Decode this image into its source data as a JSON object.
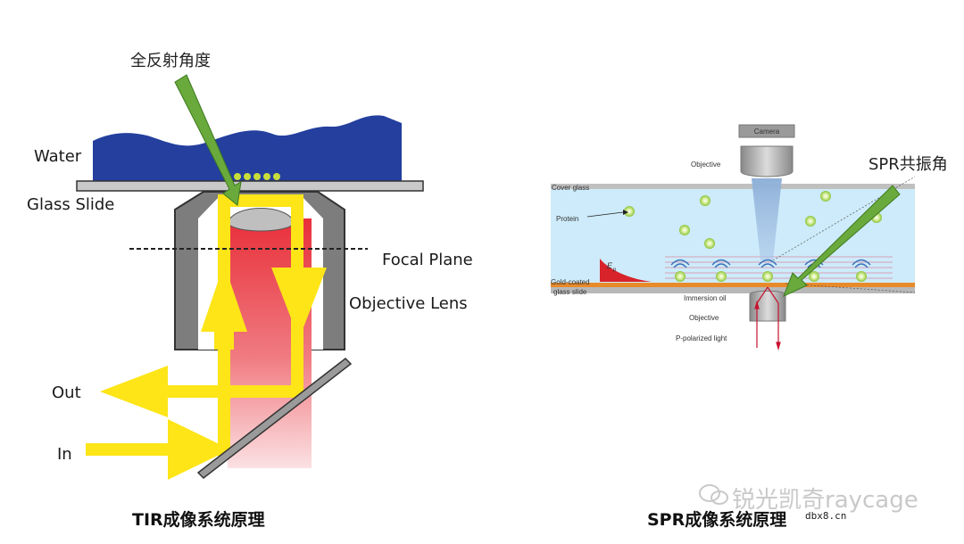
{
  "left_diagram": {
    "callout": "全反射角度",
    "labels": {
      "water": "Water",
      "glass_slide": "Glass Slide",
      "focal_plane": "Focal Plane",
      "objective_lens": "Objective Lens",
      "out": "Out",
      "in": "In"
    },
    "caption": "TIR成像系统原理"
  },
  "right_diagram": {
    "callout": "SPR共振角",
    "labels": {
      "camera": "Camera",
      "objective_top": "Objective",
      "cover_glass": "Cover glass",
      "protein": "Protein",
      "gold_coated_1": "Gold-coated",
      "gold_coated_2": "glass slide",
      "ep": "E",
      "ep_sub": "p",
      "immersion_oil": "Immersion oil",
      "objective_bottom": "Objective",
      "p_polarized": "P-polarized light"
    },
    "caption": "SPR成像系统原理"
  },
  "watermark": {
    "text": "锐光凯奇raycage",
    "site": "dbx8.cn"
  },
  "colors": {
    "water": "#243f9e",
    "beam_yellow": "#fde518",
    "beam_red": "#e83a3a",
    "lens_gray": "#808080",
    "arrow_green": "#6aa93c",
    "spr_blue": "#cdebfa",
    "gold": "#e88a2a"
  }
}
